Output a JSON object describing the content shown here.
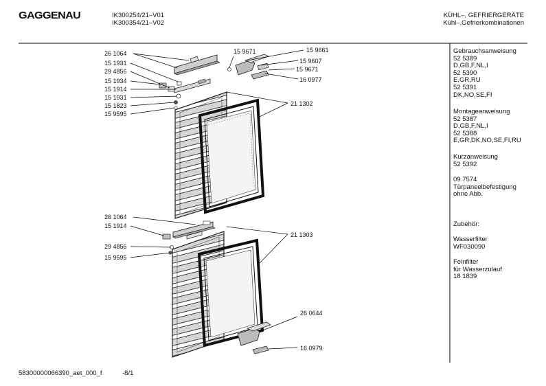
{
  "header": {
    "brand": "GAGGENAU",
    "model_1": "IK300254/21–V01",
    "model_2": "IK300354/21–V02",
    "category_1": "KÜHL–, GEFRIERGERÄTE",
    "category_2": "Kühl–,Gefrierkombinationen"
  },
  "parts": {
    "p1": "26 1064",
    "p2": "15 1931",
    "p3": "29 4856",
    "p4": "15 1934",
    "p5": "15 1914",
    "p6": "15 1931",
    "p7": "15 1823",
    "p8": "15 9595",
    "p9": "15 9671",
    "p10": "15 9661",
    "p11": "15 9607",
    "p12": "15 9671",
    "p13": "16 0977",
    "p14": "21 1302",
    "p15": "26 1064",
    "p16": "15 1914",
    "p17": "29 4856",
    "p18": "15 9595",
    "p19": "21 1303",
    "p20": "26 0644",
    "p21": "16 0979"
  },
  "sidebar": {
    "block1": "Gebrauchsanweisung\n52 5389\nD,GB,F,NL,I\n52 5390\nE,GR,RU\n52 5391\nDK,NO,SE,FI",
    "block2": "Montageanweisung\n52 5387\nD,GB,F,NL,I\n52 5388\nE,GR,DK,NO,SE,FI,RU",
    "block3": "Kurzanweisung\n52 5392",
    "block4": "09 7574\nTürpaneelbefestigung\nohne Abb.",
    "block5": "Zubehör:",
    "block6": "Wasserfilter\nWF030090",
    "block7": "Feinfilter\nfür Wasserzulauf\n18 1839"
  },
  "footer": {
    "doc_id": "58300000066390_aet_000_f",
    "page": "-8/1"
  }
}
